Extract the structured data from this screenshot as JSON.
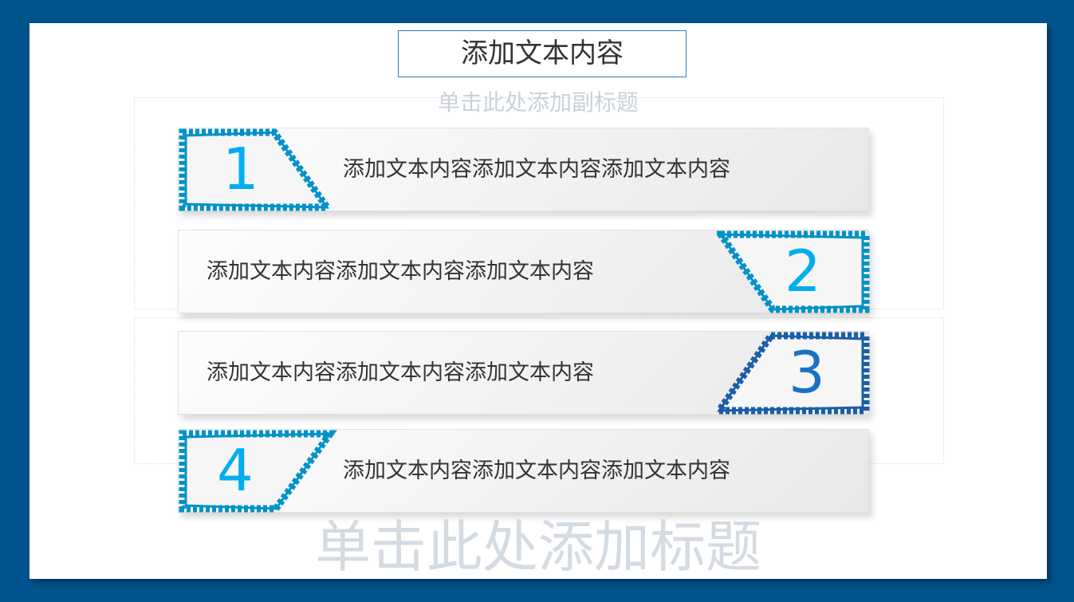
{
  "title": "添加文本内容",
  "placeholder_title": "单击此处添加标题",
  "placeholder_subtitle": "单击此处添加副标题",
  "items": [
    {
      "number": "1",
      "text": "添加文本内容添加文本内容添加文本内容",
      "color": "#0092c8",
      "num_color": "#00aeef"
    },
    {
      "number": "2",
      "text": "添加文本内容添加文本内容添加文本内容",
      "color": "#0092c8",
      "num_color": "#00aeef"
    },
    {
      "number": "3",
      "text": "添加文本内容添加文本内容添加文本内容",
      "color": "#1a5ea6",
      "num_color": "#1a72c2"
    },
    {
      "number": "4",
      "text": "添加文本内容添加文本内容添加文本内容",
      "color": "#0092c8",
      "num_color": "#00aeef"
    }
  ]
}
